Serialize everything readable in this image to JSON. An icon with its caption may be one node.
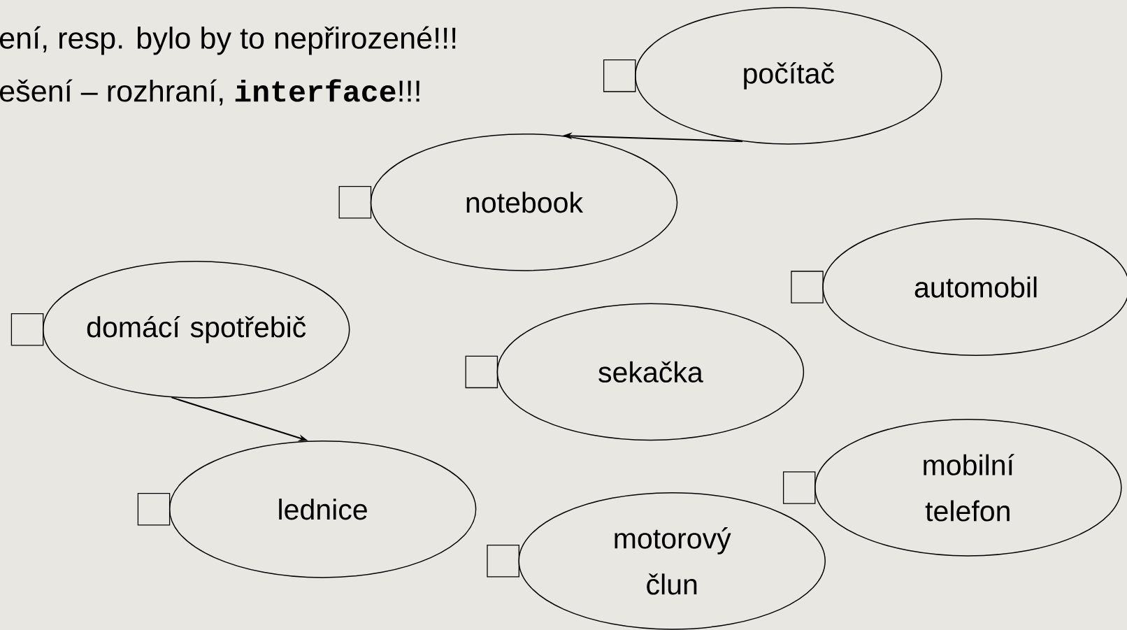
{
  "diagram": {
    "nodes": [
      {
        "text": [
          "počítač"
        ]
      },
      {
        "text": [
          "notebook"
        ]
      },
      {
        "text": [
          "automobil"
        ]
      },
      {
        "text": [
          "domácí spotřebič"
        ]
      },
      {
        "text": [
          "sekačka"
        ]
      },
      {
        "text": [
          "mobilní telefon"
        ]
      },
      {
        "text": [
          "lednice"
        ]
      },
      {
        "text": [
          "motorový člun"
        ]
      }
    ],
    "edges": [
      {
        "from": 0,
        "to": 1,
        "arrow": "to"
      },
      {
        "from": 3,
        "to": 6,
        "arrow": "to"
      }
    ],
    "labels": [
      "ení, resp. bylo by to nepřirozené!!!",
      "ešení – rozhraní, **interface**!!!"
    ]
  }
}
